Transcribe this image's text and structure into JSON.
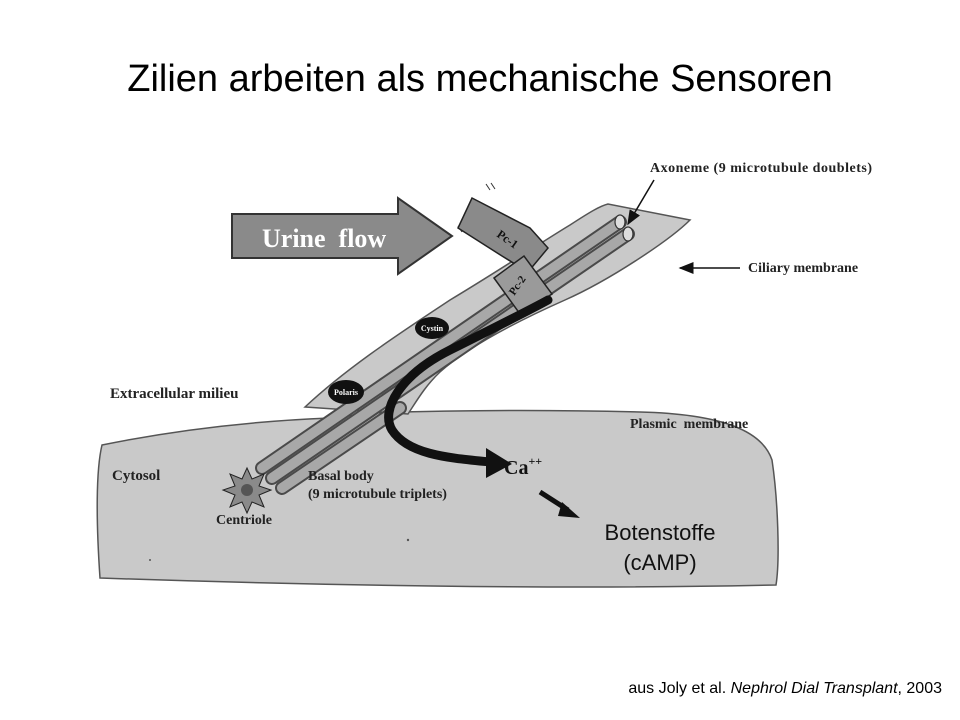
{
  "slide": {
    "title": "Zilien arbeiten als mechanische Sensoren"
  },
  "diagram": {
    "labels": {
      "urine_flow": "Urine  flow",
      "pc1": "Pc-1",
      "pc2": "Pc-2",
      "cystin": "Cystin",
      "polaris": "Polaris",
      "axoneme": "Axoneme (9 microtubule doublets)",
      "ciliary_membrane": "Ciliary membrane",
      "extracellular": "Extracellular milieu",
      "plasmic_membrane": "Plasmic  membrane",
      "cytosol": "Cytosol",
      "basal_body": "Basal body",
      "basal_body_sub": "(9 microtubule triplets)",
      "centriole": "Centriole",
      "calcium": "Ca",
      "calcium_charge": "++"
    },
    "messenger": {
      "line1": "Botenstoffe",
      "line2": "(cAMP)"
    },
    "colors": {
      "cell_fill": "#c9c9c9",
      "arrow_fill": "#8a8a8a",
      "tubule_fill": "#a8a8a8",
      "dark": "#111111"
    }
  },
  "citation": {
    "prefix": "aus Joly et al. ",
    "journal": "Nephrol Dial Transplant",
    "suffix": ", 2003"
  }
}
